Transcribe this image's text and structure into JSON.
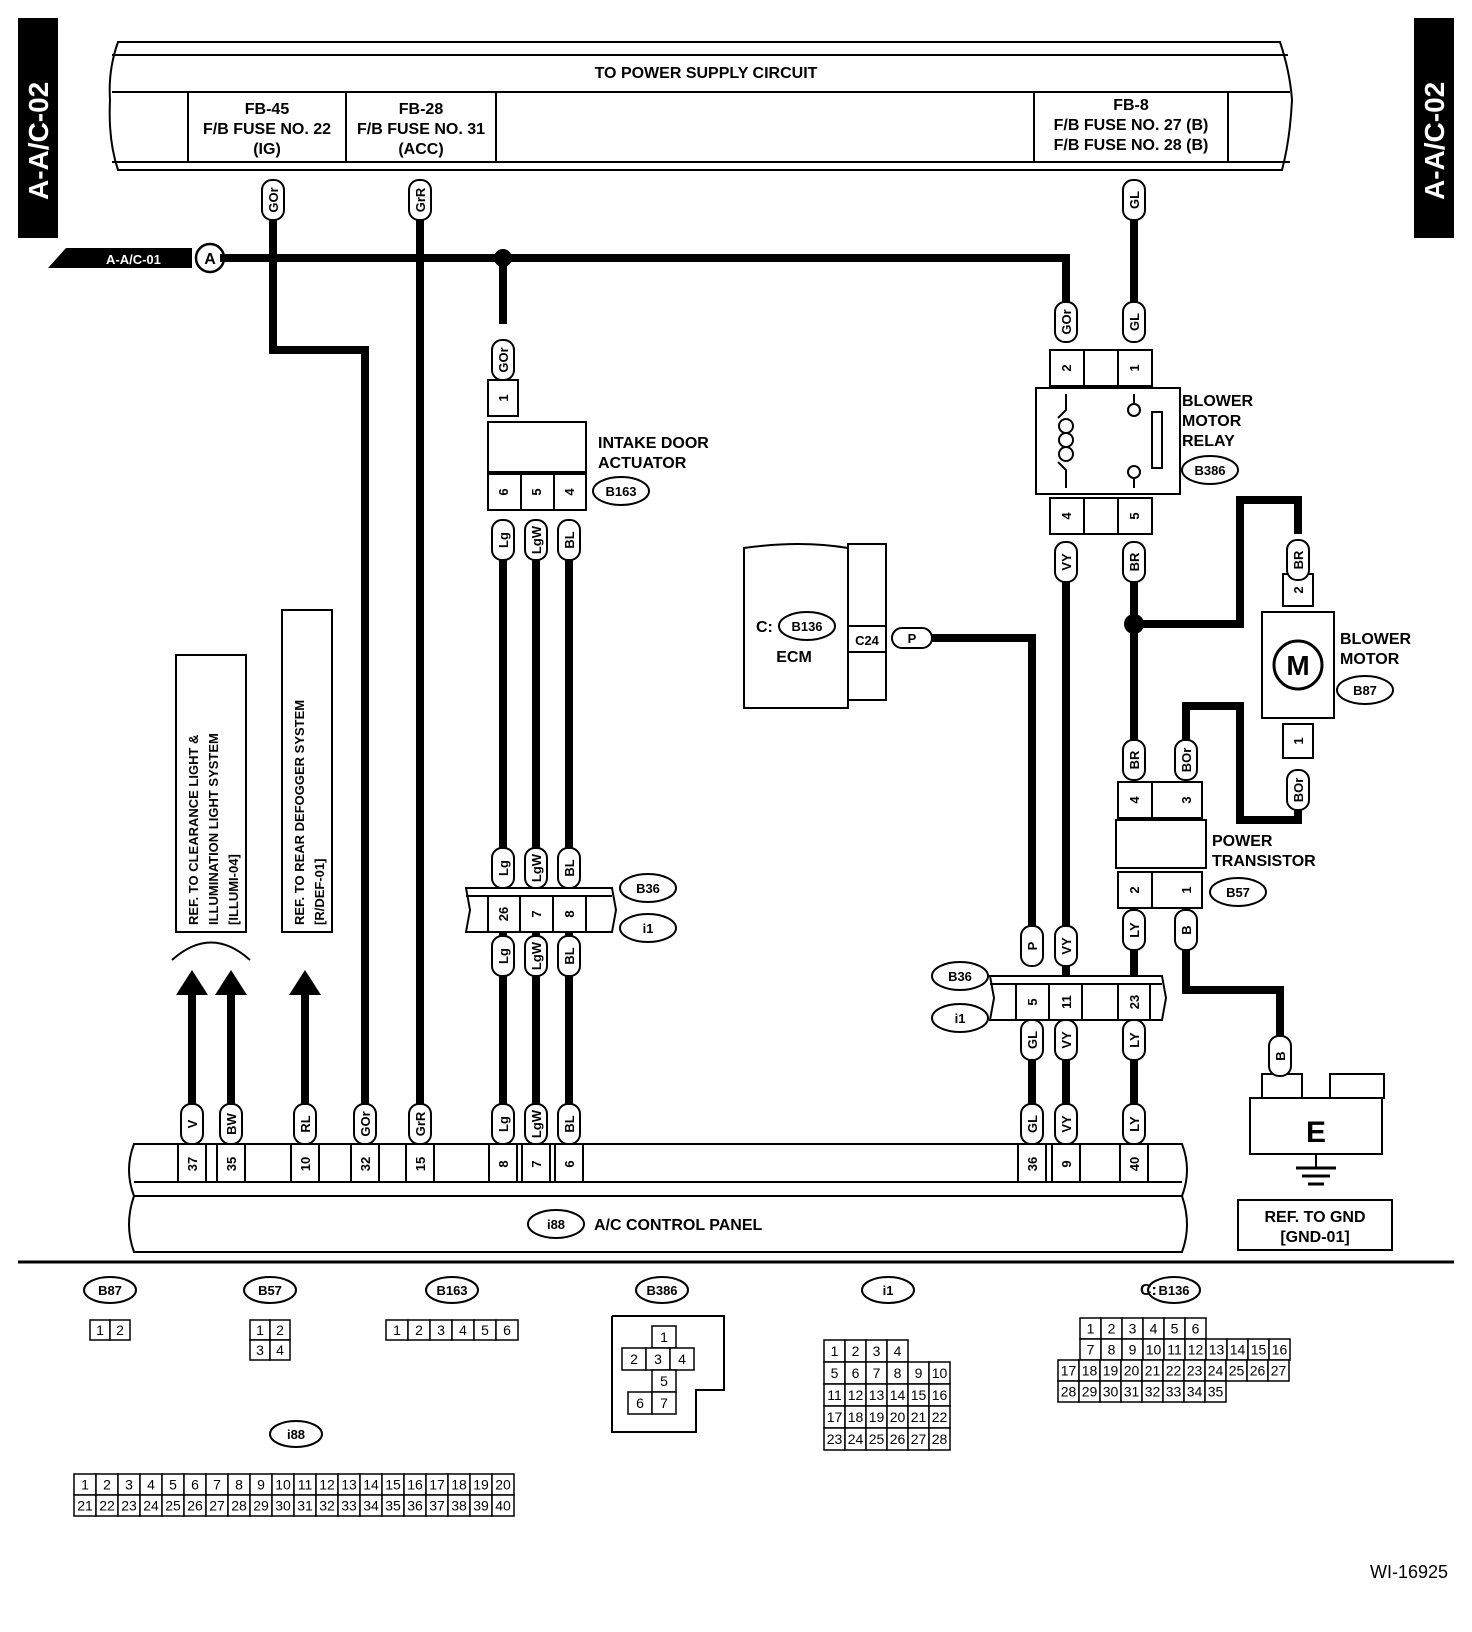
{
  "side_tags": {
    "left": "A-A/C-02",
    "right": "A-A/C-02"
  },
  "power_supply": {
    "title": "TO POWER SUPPLY CIRCUIT",
    "fuse1": [
      "FB-45",
      "F/B FUSE NO. 22",
      "(IG)"
    ],
    "fuse2": [
      "FB-28",
      "F/B FUSE NO. 31",
      "(ACC)"
    ],
    "fuse3": [
      "FB-8",
      "F/B FUSE NO. 27 (B)",
      "F/B FUSE NO. 28 (B)"
    ]
  },
  "offpage": {
    "label": "A-A/C-01",
    "letter": "A"
  },
  "components": {
    "intake": {
      "name1": "INTAKE DOOR",
      "name2": "ACTUATOR",
      "id": "B163"
    },
    "relay": {
      "name1": "BLOWER",
      "name2": "MOTOR",
      "name3": "RELAY",
      "id": "B386"
    },
    "motor": {
      "name1": "BLOWER",
      "name2": "MOTOR",
      "id": "B87",
      "symbol": "M"
    },
    "transistor": {
      "name1": "POWER",
      "name2": "TRANSISTOR",
      "id": "B57"
    },
    "ecm": {
      "name": "ECM",
      "prefix": "C:",
      "id": "B136",
      "pin": "C24"
    },
    "panel": {
      "name": "A/C CONTROL PANEL",
      "id": "i88"
    },
    "ground": {
      "letter": "E",
      "ref1": "REF. TO GND",
      "ref2": "[GND-01]"
    }
  },
  "connectors": {
    "b36": "B36",
    "i1": "i1"
  },
  "refs": {
    "clearance": [
      "REF. TO CLEARANCE LIGHT &",
      "ILLUMINATION LIGHT SYSTEM",
      "[ILLUMI-04]"
    ],
    "defogger": [
      "REF. TO REAR DEFOGGER SYSTEM",
      "[R/DEF-01]"
    ]
  },
  "wires": {
    "gor": "GOr",
    "grr": "GrR",
    "gl": "GL",
    "lg": "Lg",
    "lgw": "LgW",
    "bl": "BL",
    "vy": "VY",
    "br": "BR",
    "bor": "BOr",
    "ly": "LY",
    "b": "B",
    "p": "P",
    "v": "V",
    "bw": "BW",
    "rl": "RL"
  },
  "pins": {
    "panel": [
      "37",
      "35",
      "10",
      "32",
      "15",
      "8",
      "7",
      "6",
      "36",
      "9",
      "40"
    ],
    "intake": [
      "1",
      "6",
      "5",
      "4"
    ],
    "relay": [
      "2",
      "1",
      "4",
      "5"
    ],
    "motor": [
      "2",
      "1"
    ],
    "transistor": [
      "4",
      "3",
      "2",
      "1"
    ],
    "b36_left": [
      "26",
      "7",
      "8"
    ],
    "b36_right": [
      "5",
      "11",
      "23"
    ]
  },
  "connector_views": {
    "b87": {
      "label": "B87",
      "rows": [
        [
          "1",
          "2"
        ]
      ]
    },
    "b57": {
      "label": "B57",
      "rows": [
        [
          "1",
          "2"
        ],
        [
          "3",
          "4"
        ]
      ]
    },
    "b163": {
      "label": "B163",
      "rows": [
        [
          "1",
          "2",
          "3",
          "4",
          "5",
          "6"
        ]
      ]
    },
    "b386": {
      "label": "B386",
      "rows": [
        [
          "1"
        ],
        [
          "2",
          "3",
          "4"
        ],
        [
          "5"
        ],
        [
          "6",
          "7"
        ]
      ]
    },
    "i1": {
      "label": "i1",
      "rows": [
        [
          "1",
          "2",
          "3",
          "4"
        ],
        [
          "5",
          "6",
          "7",
          "8",
          "9",
          "10"
        ],
        [
          "11",
          "12",
          "13",
          "14",
          "15",
          "16"
        ],
        [
          "17",
          "18",
          "19",
          "20",
          "21",
          "22"
        ],
        [
          "23",
          "24",
          "25",
          "26",
          "27",
          "28"
        ]
      ]
    },
    "b136": {
      "label": "B136",
      "prefix": "C:",
      "rows": [
        [
          "1",
          "2",
          "3",
          "4",
          "5",
          "6"
        ],
        [
          "7",
          "8",
          "9",
          "10",
          "11",
          "12",
          "13",
          "14",
          "15",
          "16"
        ],
        [
          "17",
          "18",
          "19",
          "20",
          "21",
          "22",
          "23",
          "24",
          "25",
          "26",
          "27"
        ],
        [
          "28",
          "29",
          "30",
          "31",
          "32",
          "33",
          "34",
          "35"
        ]
      ]
    },
    "i88": {
      "label": "i88",
      "rows": [
        [
          "1",
          "2",
          "3",
          "4",
          "5",
          "6",
          "7",
          "8",
          "9",
          "10",
          "11",
          "12",
          "13",
          "14",
          "15",
          "16",
          "17",
          "18",
          "19",
          "20"
        ],
        [
          "21",
          "22",
          "23",
          "24",
          "25",
          "26",
          "27",
          "28",
          "29",
          "30",
          "31",
          "32",
          "33",
          "34",
          "35",
          "36",
          "37",
          "38",
          "39",
          "40"
        ]
      ]
    }
  },
  "figure_id": "WI-16925"
}
